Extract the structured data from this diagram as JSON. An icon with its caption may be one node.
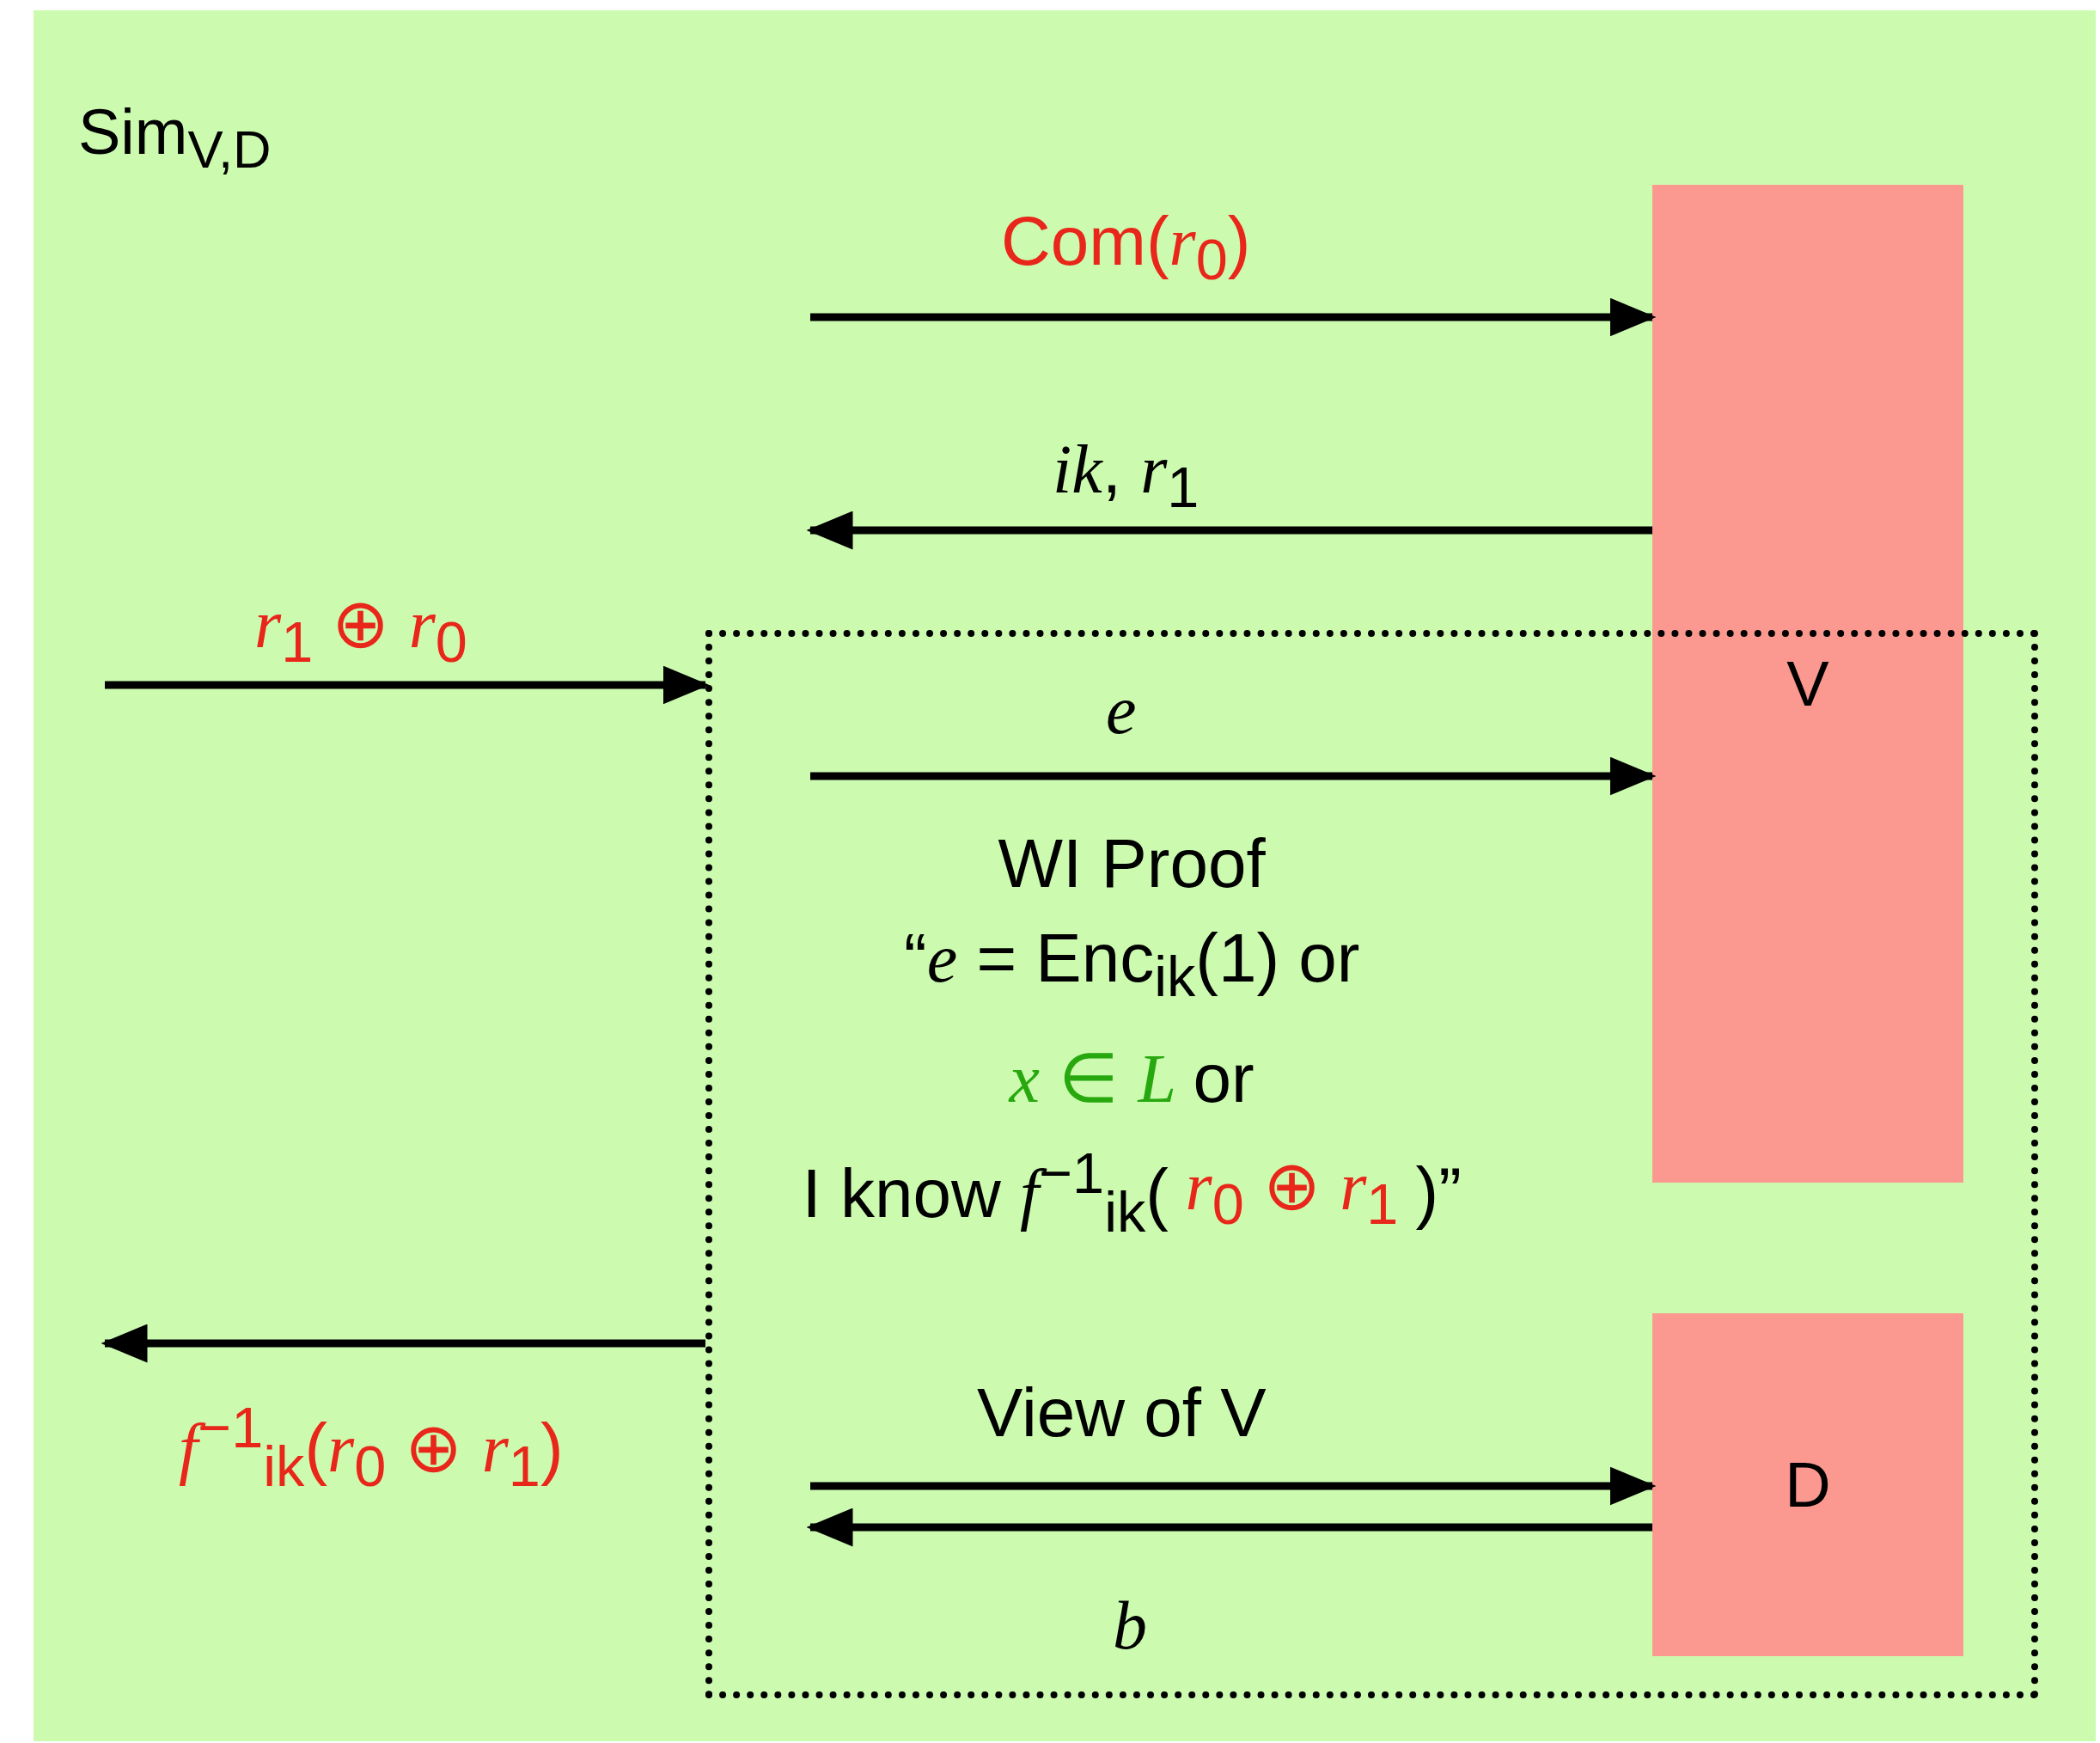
{
  "diagram": {
    "nodes": [
      {
        "text": [
          "Sim$_{V,D}$"
        ]
      },
      {
        "text": [
          "V"
        ],
        "in": 0
      },
      {
        "text": [],
        "shape": "box",
        "in": 0
      },
      {
        "text": [
          "D"
        ],
        "in": 2
      }
    ],
    "edges": [
      {
        "from": null,
        "to": 1,
        "arrow": "to",
        "label": "Com(*r*$_{0}$)"
      },
      {
        "from": 1,
        "to": null,
        "arrow": "to",
        "label": "*ik*, *r*$_{1}$"
      },
      {
        "from": null,
        "to": 2,
        "arrow": "to",
        "label": "*r*$_{1}$ ⊕ *r*$_{0}$"
      },
      {
        "from": null,
        "to": 1,
        "arrow": "to",
        "label": "*e*"
      },
      {
        "from": 2,
        "to": null,
        "arrow": "to",
        "label": "*f*$^{−1}$$_{ik}$(*r*$_{0}$ ⊕ *r*$_{1}$)"
      },
      {
        "from": null,
        "to": 3,
        "arrow": "to",
        "label": "View of V"
      },
      {
        "from": 3,
        "to": null,
        "arrow": "to",
        "label": "*b*"
      }
    ],
    "labels": [
      "WI Proof",
      "“*e* = Enc$_{ik}$(1) or",
      "*x* ∈ *L*",
      "or",
      "I know *f*$^{−1}$$_{ik}$(",
      "*r*$_{0}$ ⊕ *r*$_{1}$",
      ")”"
    ]
  }
}
